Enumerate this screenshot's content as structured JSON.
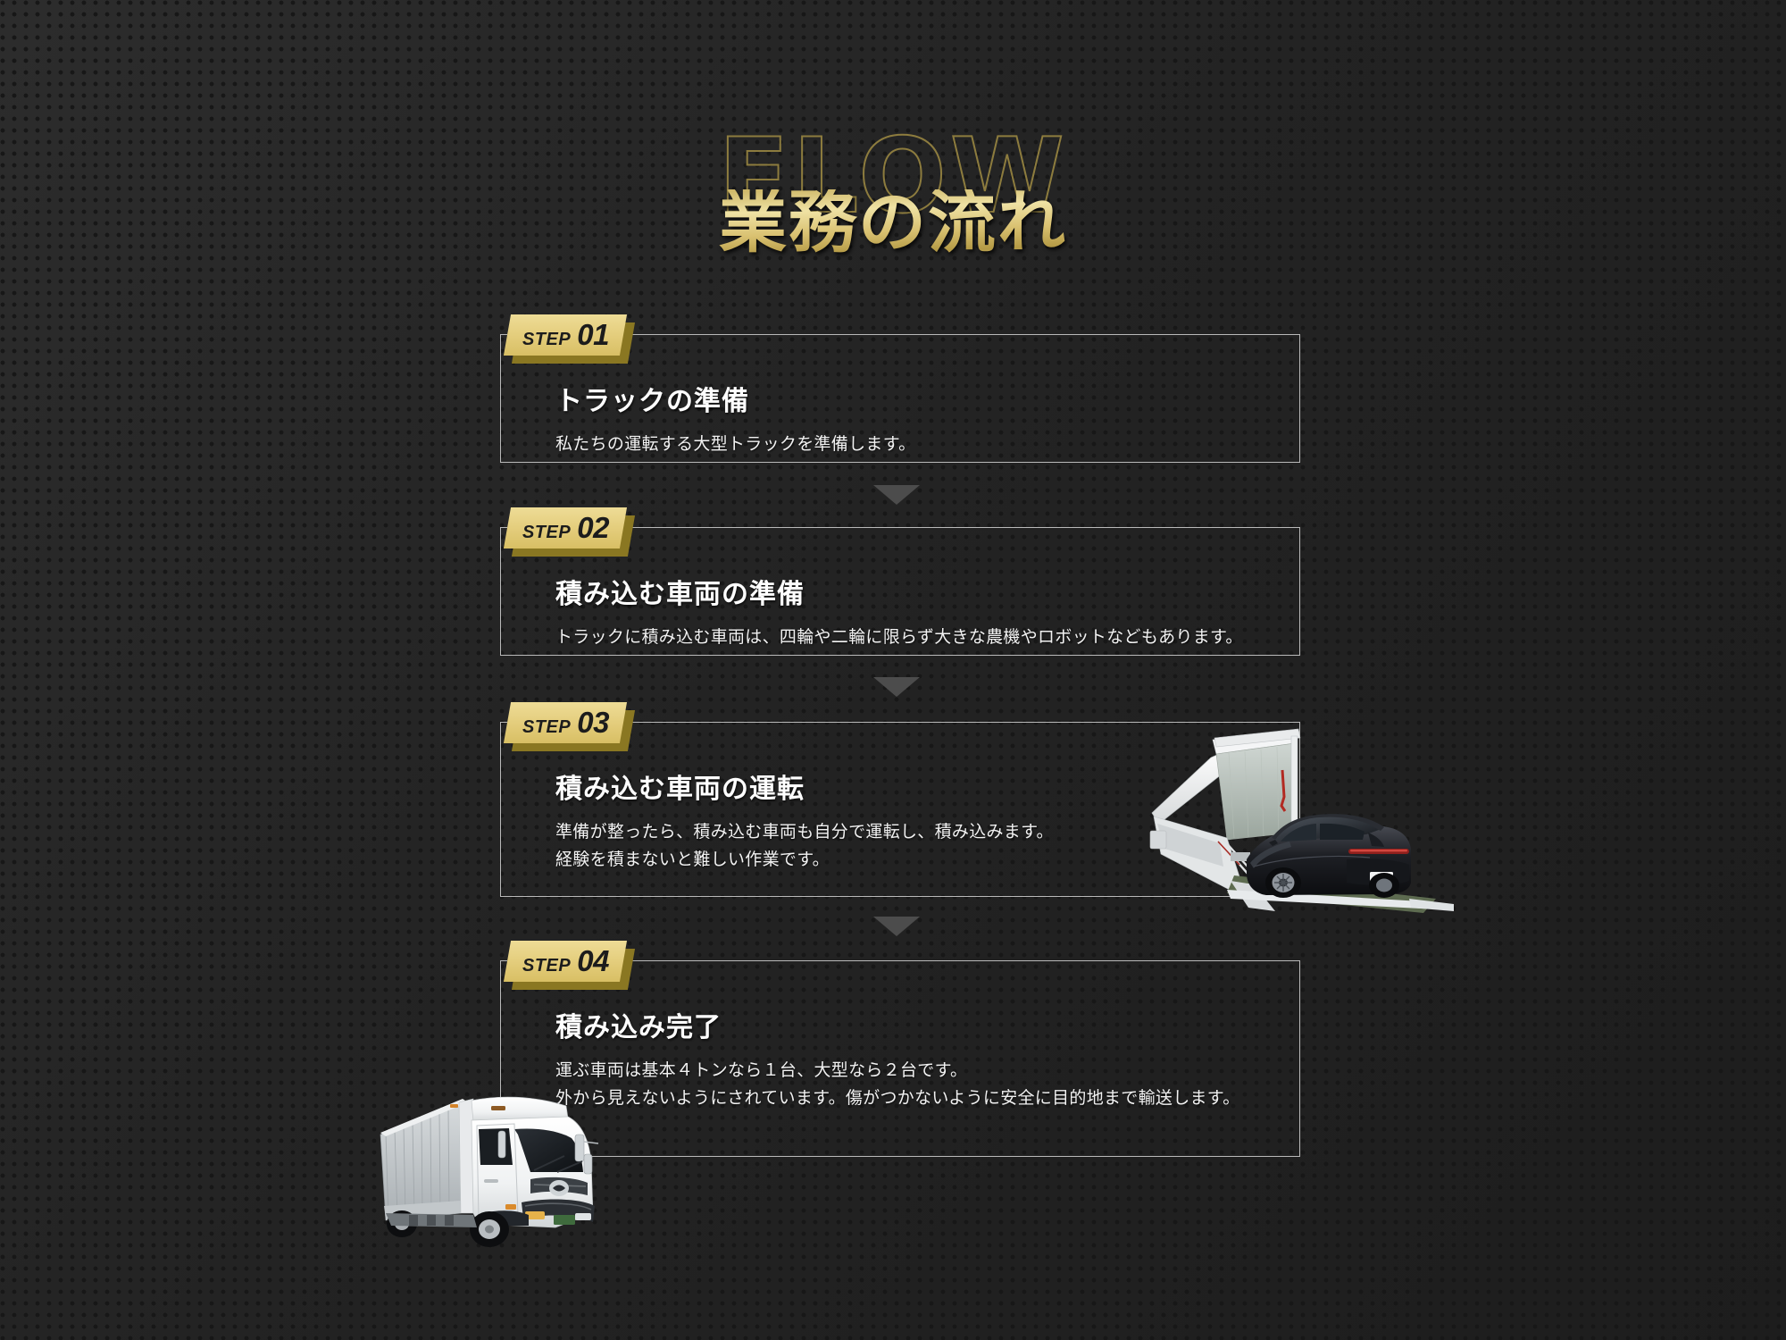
{
  "page": {
    "background_color": "#262626",
    "accent_gold": "#e3cc7a",
    "accent_gold_dark": "#8a7722",
    "border_color": "#b9b9b9"
  },
  "title": {
    "outline_text": "FLOW",
    "heading_text": "業務の流れ"
  },
  "steps": [
    {
      "badge_word": "STEP",
      "badge_number": "01",
      "title": "トラックの準備",
      "lines": [
        "私たちの運転する大型トラックを準備します。"
      ]
    },
    {
      "badge_word": "STEP",
      "badge_number": "02",
      "title": "積み込む車両の準備",
      "lines": [
        "トラックに積み込む車両は、四輪や二輪に限らず大きな農機やロボットなどもあります。"
      ]
    },
    {
      "badge_word": "STEP",
      "badge_number": "03",
      "title": "積み込む車両の運転",
      "lines": [
        "準備が整ったら、積み込む車両も自分で運転し、積み込みます。",
        "経験を積まないと難しい作業です。"
      ]
    },
    {
      "badge_word": "STEP",
      "badge_number": "04",
      "title": "積み込み完了",
      "lines": [
        "運ぶ車両は基本４トンなら１台、大型なら２台です。",
        "外から見えないようにされています。傷がつかないように安全に目的地まで輸送します。"
      ]
    }
  ],
  "photos": {
    "carrier": "car-carrier-truck-photo",
    "truck": "white-box-truck-photo"
  },
  "arrows": {
    "icon": "triangle-down-icon",
    "color": "#4c4c4c"
  }
}
